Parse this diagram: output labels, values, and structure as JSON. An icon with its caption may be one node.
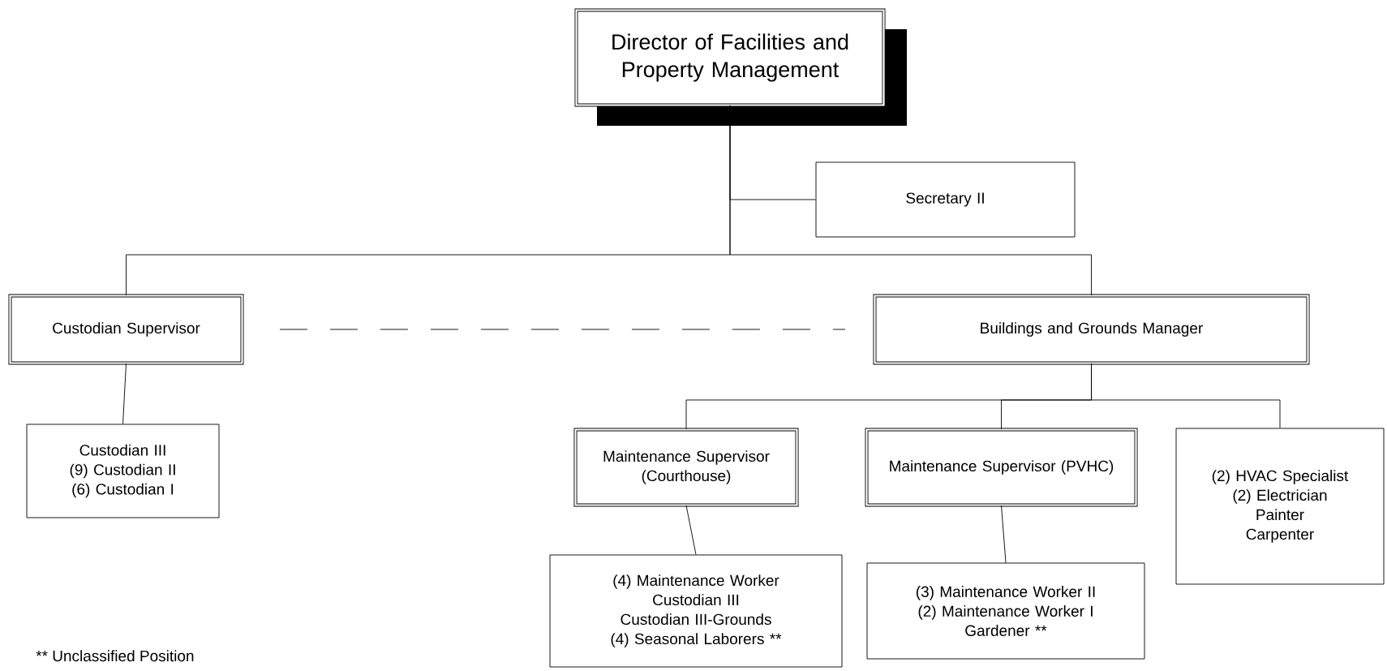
{
  "diagram": {
    "nodes": [
      {
        "text": [
          "Director of Facilities and Property Management"
        ]
      },
      {
        "text": [
          "Secretary II"
        ]
      },
      {
        "text": [
          "Custodian Supervisor"
        ]
      },
      {
        "text": [
          "Buildings and Grounds Manager"
        ]
      },
      {
        "text": [
          "Custodian III",
          "(9) Custodian II",
          "(6) Custodian I"
        ]
      },
      {
        "text": [
          "Maintenance Supervisor (Courthouse)"
        ]
      },
      {
        "text": [
          "Maintenance Supervisor (PVHC)"
        ]
      },
      {
        "text": [
          "(2) HVAC Specialist",
          "(2) Electrician",
          "Painter",
          "Carpenter"
        ]
      },
      {
        "text": [
          "(4) Maintenance Worker",
          "Custodian III",
          "Custodian III-Grounds",
          "(4) Seasonal Laborers **"
        ]
      },
      {
        "text": [
          "(3) Maintenance Worker II",
          "(2) Maintenance Worker I",
          "Gardener **"
        ]
      }
    ],
    "edges": [
      {
        "from": 0,
        "to": 1,
        "arrow": "none"
      },
      {
        "from": 0,
        "to": 2,
        "arrow": "none"
      },
      {
        "from": 0,
        "to": 3,
        "arrow": "none"
      },
      {
        "from": 2,
        "to": 3,
        "arrow": "none",
        "style": "dashed"
      },
      {
        "from": 2,
        "to": 4,
        "arrow": "none"
      },
      {
        "from": 3,
        "to": 5,
        "arrow": "none"
      },
      {
        "from": 3,
        "to": 6,
        "arrow": "none"
      },
      {
        "from": 3,
        "to": 7,
        "arrow": "none"
      },
      {
        "from": 5,
        "to": 8,
        "arrow": "none"
      },
      {
        "from": 6,
        "to": 9,
        "arrow": "none"
      }
    ],
    "labels": [
      "** Unclassified Position"
    ]
  }
}
